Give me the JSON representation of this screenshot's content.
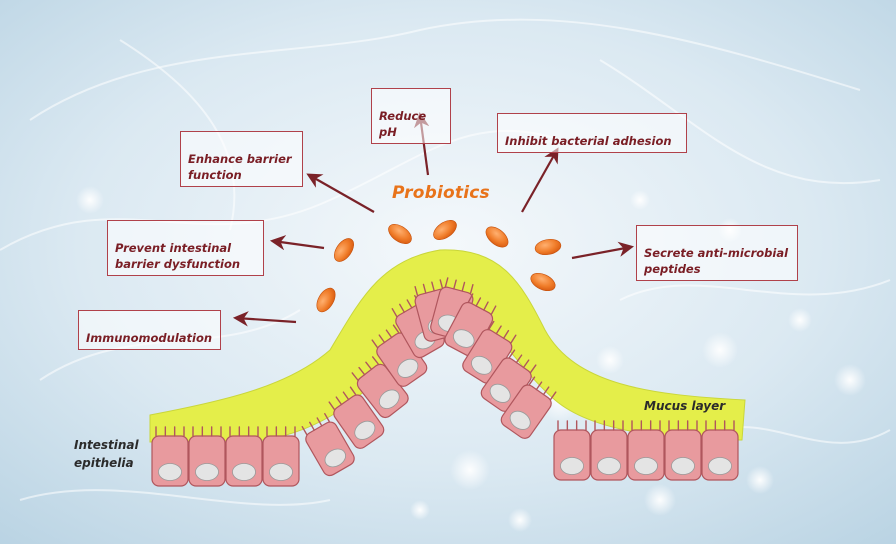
{
  "diagram": {
    "center_label": "Probiotics",
    "mucus_label": "Mucus layer",
    "epithelia_label": "Intestinal\nepithelia",
    "effects": [
      {
        "id": "reduce-ph",
        "label": "Reduce pH"
      },
      {
        "id": "enhance-barrier",
        "label": "Enhance barrier\nfunction"
      },
      {
        "id": "inhibit-adhesion",
        "label": "Inhibit bacterial adhesion"
      },
      {
        "id": "prevent-dysfunction",
        "label": "Prevent intestinal\nbarrier dysfunction"
      },
      {
        "id": "secrete-antimicrobial",
        "label": "Secrete anti-microbial\npeptides"
      },
      {
        "id": "immunomodulation",
        "label": "Immunomodulation"
      }
    ],
    "colors": {
      "box_border": "#b0414a",
      "box_text": "#7a1e25",
      "arrow": "#7a2228",
      "probiotic_fill": "#f07d2a",
      "probiotic_text": "#e8731a",
      "mucus": "#e4ee4a",
      "cell_fill": "#e89a9e",
      "cell_stroke": "#b0565d",
      "nucleus": "#e4e4e4",
      "background": "#dbe9f2"
    }
  }
}
